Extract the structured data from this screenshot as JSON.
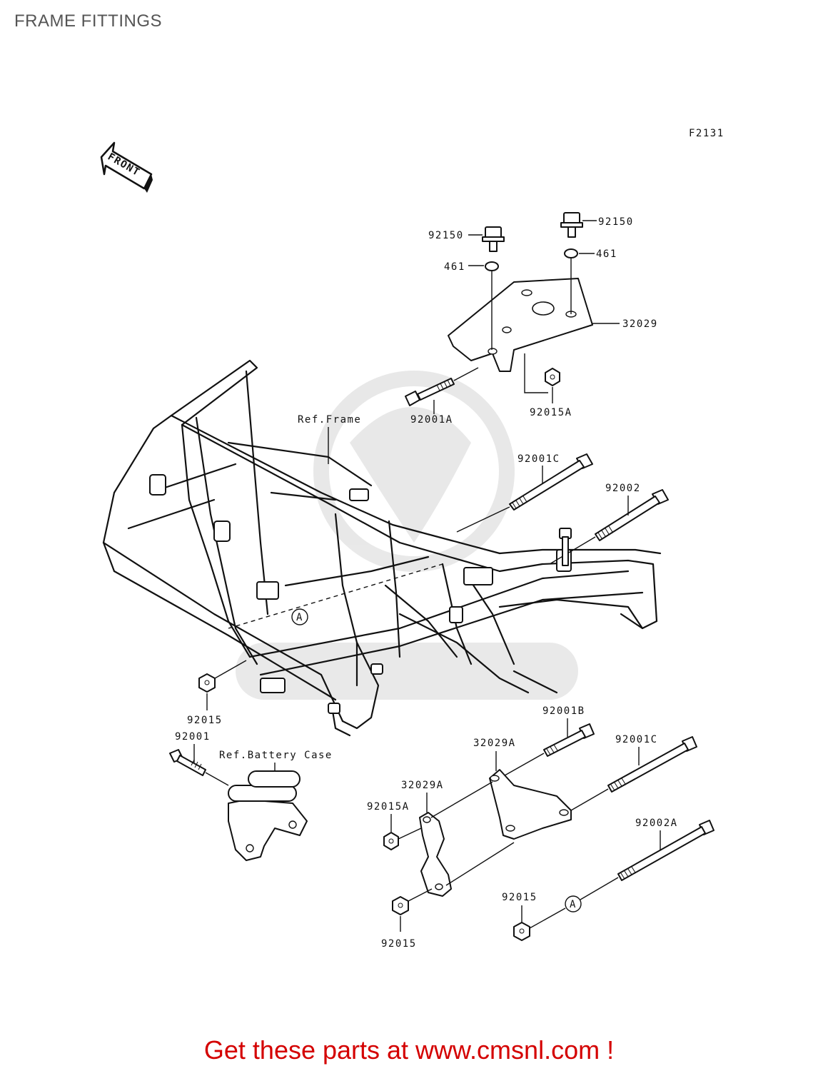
{
  "header": {
    "title": "FRAME FITTINGS"
  },
  "diagram": {
    "figure_code": "F2131",
    "front_arrow_text": "FRONT",
    "references": {
      "frame": "Ref.Frame",
      "battery_case": "Ref.Battery Case"
    },
    "callouts": {
      "bolt_92150_left": "92150",
      "bolt_92150_right": "92150",
      "washer_461_left": "461",
      "washer_461_right": "461",
      "bracket_32029": "32029",
      "bolt_92001A": "92001A",
      "nut_92015A_top": "92015A",
      "bolt_92001C_top": "92001C",
      "bolt_92002": "92002",
      "nut_92015_left": "92015",
      "bolt_92001": "92001",
      "bolt_92001B": "92001B",
      "bracket_32029A_upper": "32029A",
      "bolt_92001C_lower": "92001C",
      "bracket_32029A_lower": "32029A",
      "nut_92015A_lower": "92015A",
      "bolt_92002A": "92002A",
      "nut_92015_right": "92015",
      "nut_92015_bottom": "92015"
    },
    "markers": {
      "marker_a_frame": "A",
      "marker_a_lower": "A"
    }
  },
  "footer": {
    "promo_text": "Get these parts at www.cmsnl.com !"
  }
}
